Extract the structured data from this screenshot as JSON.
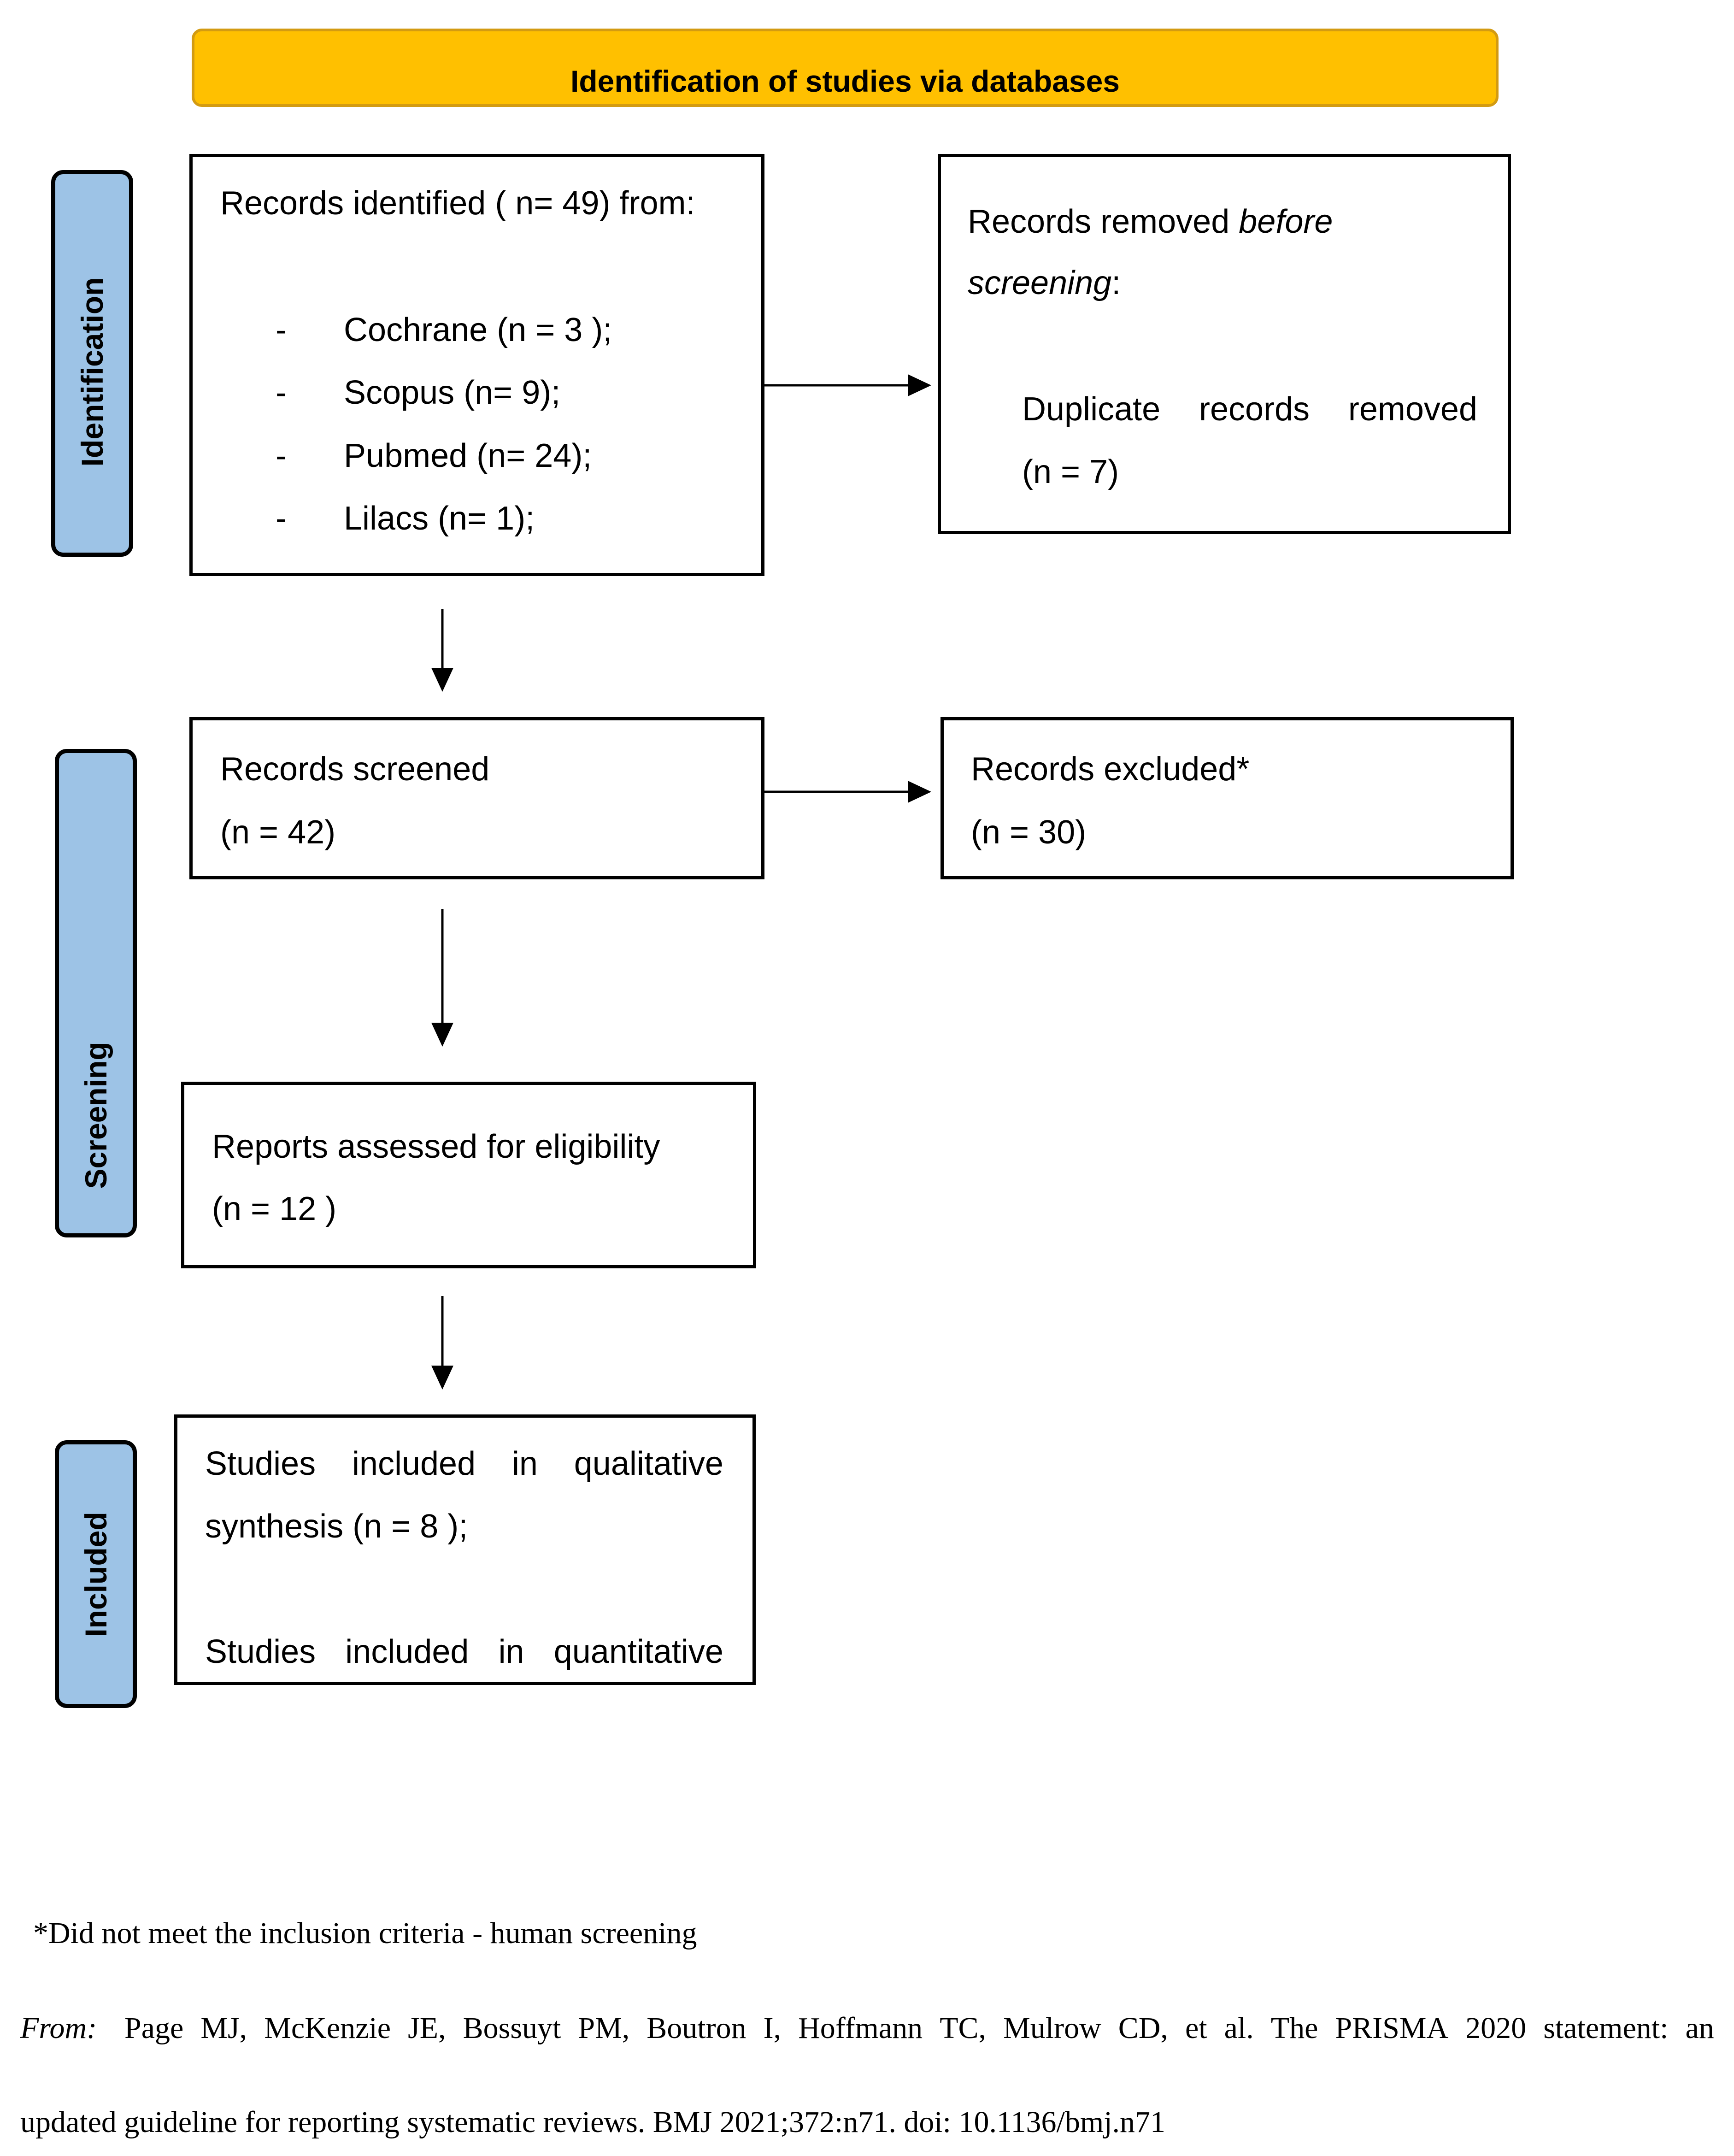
{
  "header": {
    "title": "Identification of studies via databases"
  },
  "stages": {
    "identification": "Identification",
    "screening": "Screening",
    "included": "Included"
  },
  "records_identified": {
    "heading": "Records identified ( n= 49) from:",
    "bullet": "-",
    "sources": [
      "Cochrane (n = 3 );",
      "Scopus (n= 9);",
      "Pubmed (n= 24);",
      "Lilacs (n= 1);"
    ]
  },
  "records_removed": {
    "line1_prefix": "Records removed ",
    "line1_emph": "before",
    "line2_emph": "screening",
    "line2_suffix": ":",
    "detail_words": [
      "Duplicate",
      "records",
      "removed"
    ],
    "detail_count": "(n = 7)"
  },
  "records_screened": {
    "label": "Records screened",
    "count": "(n = 42)"
  },
  "records_excluded": {
    "label": "Records excluded*",
    "count": "(n = 30)"
  },
  "reports_assessed": {
    "label": "Reports assessed for eligibility",
    "count": "(n = 12 )"
  },
  "studies_included": {
    "line1_words": [
      "Studies",
      "included",
      "in",
      "qualitative"
    ],
    "line2": "synthesis (n = 8 );",
    "line3_words": [
      "Studies",
      "included",
      "in",
      "quantitative"
    ]
  },
  "footnote": {
    "note": "*Did not meet the inclusion criteria - human screening",
    "from_label": "From:",
    "citation_line1_words": [
      "Page",
      "MJ,",
      "McKenzie",
      "JE,",
      "Bossuyt",
      "PM,",
      "Boutron",
      "I,",
      "Hoffmann",
      "TC,",
      "Mulrow",
      "CD,",
      "et",
      "al.",
      "The",
      "PRISMA",
      "2020",
      "statement:",
      "an"
    ],
    "citation_line2": "updated guideline for reporting systematic reviews. BMJ 2021;372:n71. doi: 10.1136/bmj.n71"
  },
  "colors": {
    "banner_fill": "#ffc000",
    "banner_border": "#d39b12",
    "stage_fill": "#9dc3e6",
    "line": "#000000"
  }
}
